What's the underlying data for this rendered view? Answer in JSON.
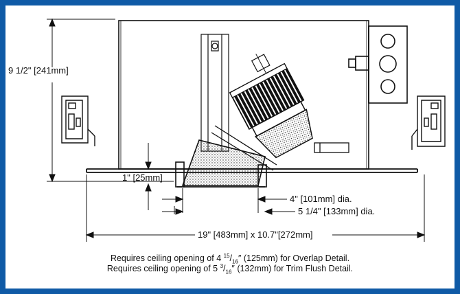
{
  "dimensions": {
    "height": "9 1/2\" [241mm]",
    "flange": "1\" [25mm]",
    "aperture_small": "4\" [101mm] dia.",
    "aperture_large": "5 1/4\" [133mm] dia.",
    "overall": "19\" [483mm] x 10.7\"[272mm]"
  },
  "notes": {
    "overlap": {
      "prefix": "Requires ceiling opening of  4",
      "num": "15",
      "den": "16",
      "suffix": "″ (125mm) for Overlap Detail."
    },
    "flush": {
      "prefix": "Requires ceiling opening of  5",
      "num": "3",
      "den": "16",
      "suffix": "″ (132mm) for Trim Flush Detail."
    }
  },
  "colors": {
    "frame": "#0f5aa6",
    "line": "#111111"
  }
}
